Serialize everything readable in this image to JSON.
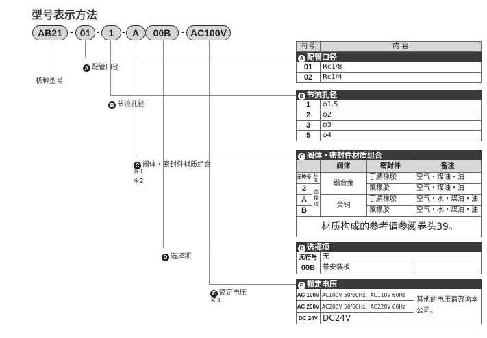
{
  "title": "型号表示方法",
  "model": {
    "parts": [
      "AB21",
      "01",
      "1",
      "A",
      "00B",
      "AC100V"
    ],
    "separator": "-"
  },
  "labels": {
    "model_type": "机种型号",
    "a": {
      "letter": "A",
      "text": "配管口径"
    },
    "b": {
      "letter": "B",
      "text": "节流孔径"
    },
    "c": {
      "letter": "C",
      "text": "阀体・密封件材质组合",
      "notes": [
        "※1",
        "※2"
      ]
    },
    "d": {
      "letter": "D",
      "text": "选择项"
    },
    "e": {
      "letter": "E",
      "text": "额定电压",
      "notes": [
        "※3"
      ]
    }
  },
  "table": {
    "header": {
      "symbol": "符号",
      "content": "内  容"
    },
    "a": {
      "title": "配管口径",
      "rows": [
        {
          "code": "01",
          "value": "Rc1/8"
        },
        {
          "code": "02",
          "value": "Rc1/4"
        }
      ]
    },
    "b": {
      "title": "节流孔径",
      "rows": [
        {
          "code": "1",
          "value": "ϕ1.5"
        },
        {
          "code": "2",
          "value": "ϕ2"
        },
        {
          "code": "3",
          "value": "ϕ3"
        },
        {
          "code": "5",
          "value": "ϕ4"
        }
      ]
    },
    "c": {
      "title": "阀体・密封件材质组合",
      "columns": [
        "阀体",
        "密封件",
        "备注"
      ],
      "standard": "标准",
      "option": "选择项",
      "rows": [
        {
          "code": "无符号",
          "body": "铝合金",
          "seal": "丁腈橡胶",
          "note": "空气・煤油・油"
        },
        {
          "code": "2",
          "body": "铝合金",
          "seal": "氟橡胶",
          "note": "空气・煤油・油"
        },
        {
          "code": "A",
          "body": "黄铜",
          "seal": "丁腈橡胶",
          "note": "空气・水・煤油・油"
        },
        {
          "code": "B",
          "body": "黄铜",
          "seal": "氟橡胶",
          "note": "空气・水・煤油・油"
        }
      ],
      "footnote": "材质构成的参考请参阅卷头39。"
    },
    "d": {
      "title": "选择项",
      "rows": [
        {
          "code": "无符号",
          "value": "无"
        },
        {
          "code": "00B",
          "value": "带安装板"
        }
      ]
    },
    "e": {
      "title": "额定电压",
      "rows": [
        {
          "code": "AC 100V",
          "value": "AC100V 50/60Hz、AC110V 60Hz"
        },
        {
          "code": "AC 200V",
          "value": "AC200V 50/60Hz、AC220V 60Hz"
        },
        {
          "code": "DC 24V",
          "value": "DC24V"
        }
      ],
      "note": "其他的电压请咨询本公司。"
    }
  }
}
